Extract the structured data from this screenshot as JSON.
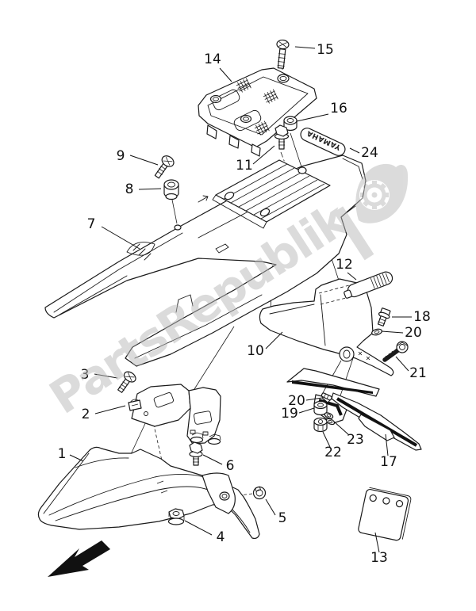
{
  "diagram": {
    "type": "exploded-parts-diagram",
    "subject": "Motorcycle fender assembly parts diagram",
    "emblem_text": "YAMAHA",
    "watermark": {
      "text": "PartsRepublik",
      "color": "#b9b9b9"
    },
    "colors": {
      "background": "#ffffff",
      "line": "#1a1a1a",
      "label_text": "#111111"
    },
    "callouts": [
      {
        "id": "1",
        "label": "1"
      },
      {
        "id": "2",
        "label": "2"
      },
      {
        "id": "3",
        "label": "3"
      },
      {
        "id": "4",
        "label": "4"
      },
      {
        "id": "5",
        "label": "5"
      },
      {
        "id": "6",
        "label": "6"
      },
      {
        "id": "7",
        "label": "7"
      },
      {
        "id": "8",
        "label": "8"
      },
      {
        "id": "9",
        "label": "9"
      },
      {
        "id": "10",
        "label": "10"
      },
      {
        "id": "11",
        "label": "11"
      },
      {
        "id": "12",
        "label": "12"
      },
      {
        "id": "13",
        "label": "13"
      },
      {
        "id": "14",
        "label": "14"
      },
      {
        "id": "15",
        "label": "15"
      },
      {
        "id": "16",
        "label": "16"
      },
      {
        "id": "17",
        "label": "17"
      },
      {
        "id": "18",
        "label": "18"
      },
      {
        "id": "19",
        "label": "19"
      },
      {
        "id": "20a",
        "label": "20"
      },
      {
        "id": "20b",
        "label": "20"
      },
      {
        "id": "21",
        "label": "21"
      },
      {
        "id": "22",
        "label": "22"
      },
      {
        "id": "23",
        "label": "23"
      },
      {
        "id": "24",
        "label": "24"
      }
    ]
  }
}
